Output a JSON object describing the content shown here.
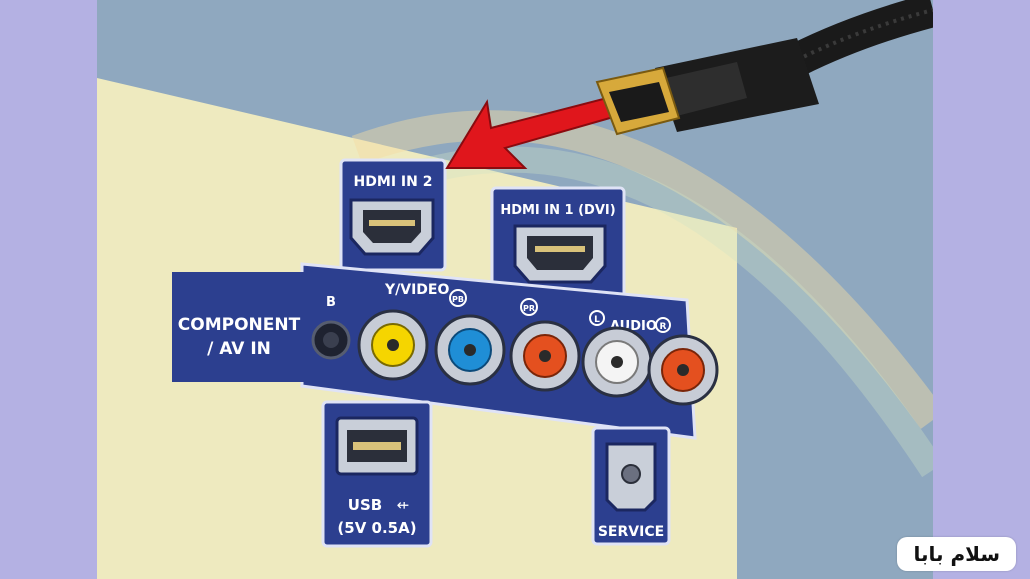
{
  "labels": {
    "hdmi_in_2": "HDMI IN 2",
    "hdmi_in_1": "HDMI IN 1 (DVI)",
    "component_line1": "COMPONENT",
    "component_line2": "/ AV IN",
    "y_video": "Y/VIDEO",
    "pb": "PB",
    "pr": "PR",
    "audio": "AUDIO",
    "l": "L",
    "r": "R",
    "b": "B",
    "usb_line1": "USB",
    "usb_line2": "(5V 0.5A)",
    "service": "SERVICE"
  },
  "watermark": "سلام بابا",
  "colors": {
    "panel_blue": "#2c3f8f",
    "wall": "#eeeabf",
    "arrow_red": "#e0161c",
    "jack_yellow": "#f5d500",
    "jack_blue": "#1f8ed6",
    "jack_red": "#e4501f",
    "jack_white": "#f4f4f4"
  }
}
